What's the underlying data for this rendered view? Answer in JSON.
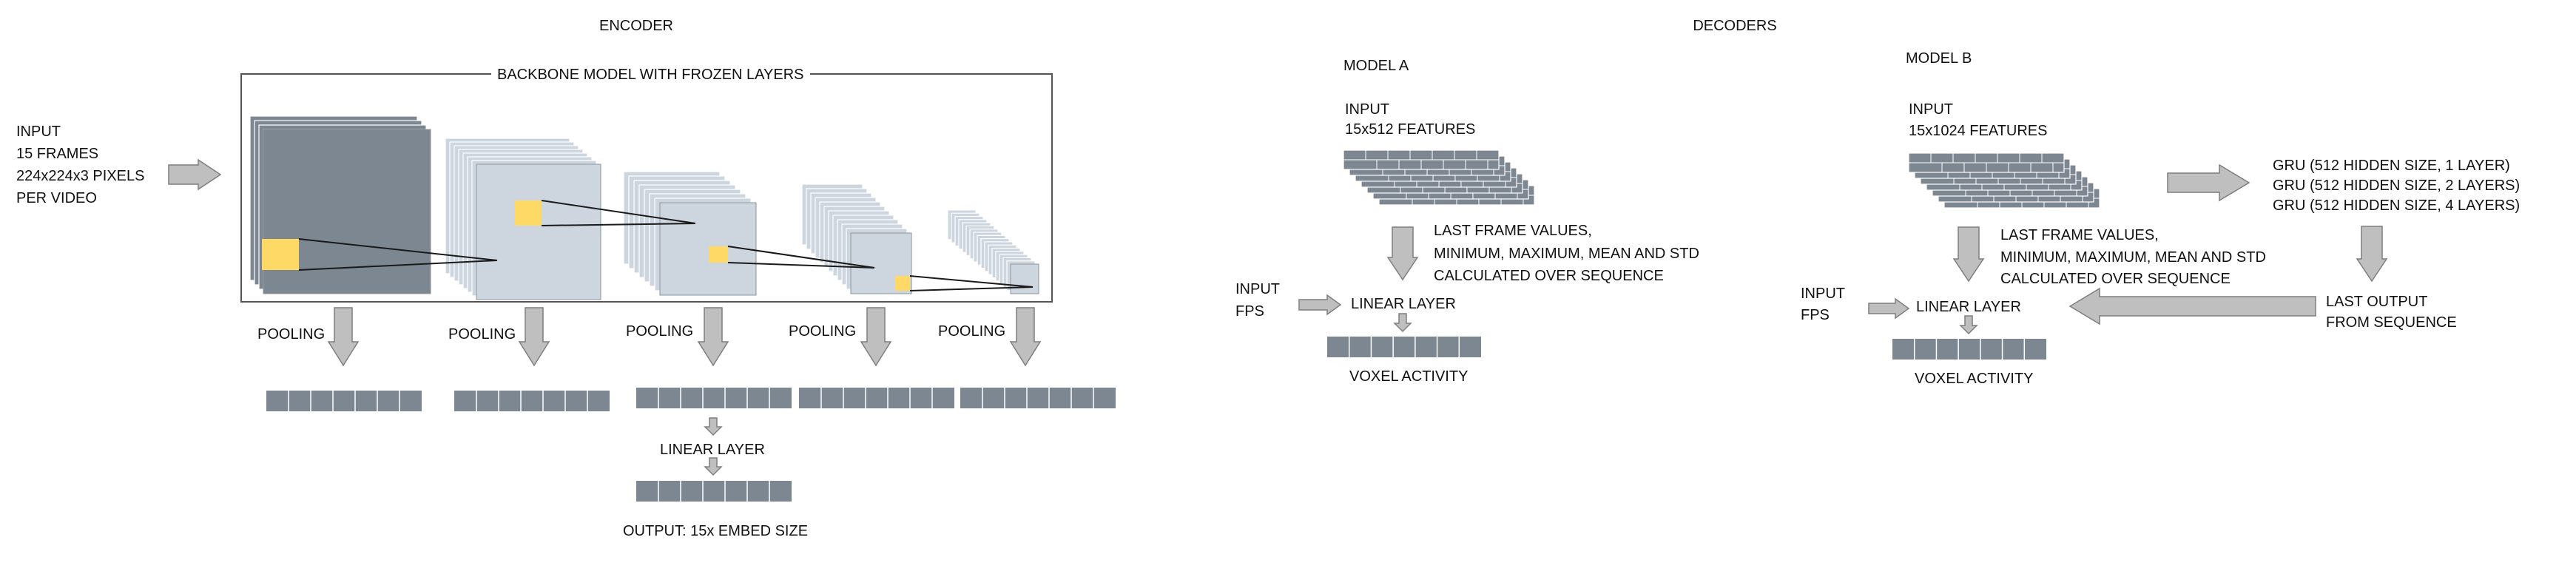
{
  "headings": {
    "encoder": "ENCODER",
    "decoders": "DECODERS",
    "backbone": "BACKBONE MODEL WITH FROZEN LAYERS",
    "model_a": "MODEL A",
    "model_b": "MODEL B"
  },
  "encoder": {
    "input_lines": [
      "INPUT",
      "15 FRAMES",
      "224x224x3 PIXELS",
      "PER VIDEO"
    ],
    "pooling_label": "POOLING",
    "linear_layer": "LINEAR LAYER",
    "output": "OUTPUT: 15x EMBED SIZE"
  },
  "model_a": {
    "input_lines": [
      "INPUT",
      "15x512 FEATURES"
    ],
    "stats_lines": [
      "LAST FRAME VALUES,",
      "MINIMUM, MAXIMUM, MEAN AND STD",
      "CALCULATED OVER SEQUENCE"
    ],
    "fps_lines": [
      "INPUT",
      "FPS"
    ],
    "linear_layer": "LINEAR LAYER",
    "voxel": "VOXEL ACTIVITY"
  },
  "model_b": {
    "input_lines": [
      "INPUT",
      "15x1024 FEATURES"
    ],
    "stats_lines": [
      "LAST FRAME VALUES,",
      "MINIMUM, MAXIMUM, MEAN AND STD",
      "CALCULATED OVER SEQUENCE"
    ],
    "gru_lines": [
      "GRU (512 HIDDEN SIZE, 1 LAYER)",
      "GRU (512 HIDDEN SIZE, 2 LAYERS)",
      "GRU (512 HIDDEN SIZE, 4 LAYERS)"
    ],
    "last_output_lines": [
      "LAST OUTPUT",
      "FROM SEQUENCE"
    ],
    "fps_lines": [
      "INPUT",
      "FPS"
    ],
    "linear_layer": "LINEAR LAYER",
    "voxel": "VOXEL ACTIVITY"
  },
  "colors": {
    "dark_block": "#7d8791",
    "light_block": "#cdd5de",
    "arrow_fill": "#bfbfbf",
    "arrow_stroke": "#7f7f7f",
    "highlight": "#ffd966",
    "frame_border": "#555555"
  }
}
